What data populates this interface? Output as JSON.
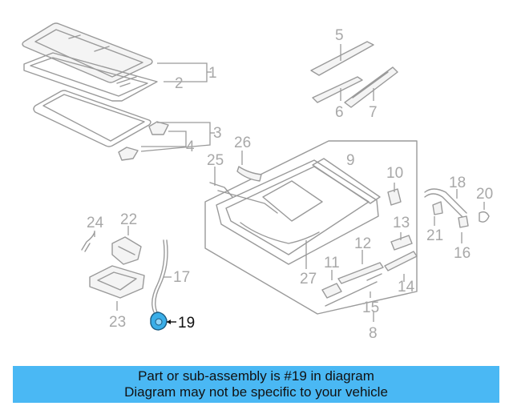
{
  "diagram": {
    "callouts": [
      "1",
      "2",
      "3",
      "4",
      "5",
      "6",
      "7",
      "8",
      "9",
      "10",
      "11",
      "12",
      "13",
      "14",
      "15",
      "16",
      "17",
      "18",
      "19",
      "20",
      "21",
      "22",
      "23",
      "24",
      "25",
      "26",
      "27"
    ],
    "highlighted_part": "19",
    "highlight_color": "#3aaee8",
    "line_color": "#9a9a9a",
    "label_color": "#a8a8a8"
  },
  "banner": {
    "line1": "Part or sub-assembly is #19 in diagram",
    "line2": "Diagram may not be specific to your vehicle",
    "background": "#4ab8f4"
  }
}
